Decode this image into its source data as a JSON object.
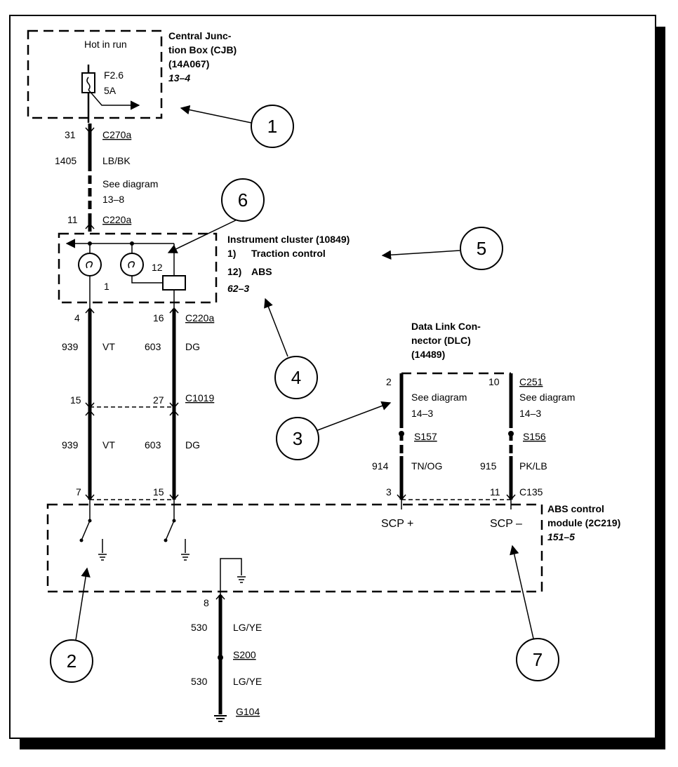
{
  "cjb": {
    "title": [
      "Central Junc-",
      "tion Box (CJB)",
      "(14A067)"
    ],
    "ref": "13–4",
    "hot_label": "Hot in run",
    "fuse": "F2.6",
    "fuse_rating": "5A"
  },
  "cjb_wire": {
    "pin_top": "31",
    "conn_top": "C270a",
    "circuit": "1405",
    "color": "LB/BK",
    "see": [
      "See diagram",
      "13–8"
    ],
    "pin_bottom": "11",
    "conn_bottom": "C220a"
  },
  "cluster": {
    "title": "Instrument cluster (10849)",
    "items": [
      {
        "num": "1)",
        "label": "Traction control"
      },
      {
        "num": "12)",
        "label": "ABS"
      }
    ],
    "ref": "62–3",
    "lamp1": "1",
    "lamp12": "12"
  },
  "left_wires": {
    "a_pin_top": "4",
    "b_pin_top": "16",
    "conn_top": "C220a",
    "a_circuit": "939",
    "a_color": "VT",
    "b_circuit": "603",
    "b_color": "DG",
    "a_pin_mid": "15",
    "b_pin_mid": "27",
    "conn_mid": "C1019",
    "a_circuit2": "939",
    "a_color2": "VT",
    "b_circuit2": "603",
    "b_color2": "DG",
    "a_pin_bottom": "7",
    "b_pin_bottom": "15"
  },
  "dlc": {
    "title": [
      "Data Link Con-",
      "nector (DLC)",
      "(14489)"
    ],
    "a_pin": "2",
    "b_pin": "10",
    "conn": "C251",
    "see_a": [
      "See diagram",
      "14–3"
    ],
    "see_b": [
      "See diagram",
      "14–3"
    ],
    "splice_a": "S157",
    "splice_b": "S156",
    "a_circuit": "914",
    "a_color": "TN/OG",
    "b_circuit": "915",
    "b_color": "PK/LB",
    "a_pin_bottom": "3",
    "b_pin_bottom": "11",
    "conn_bottom": "C135"
  },
  "abs": {
    "title": [
      "ABS control",
      "module (2C219)"
    ],
    "ref": "151–5",
    "scp_plus": "SCP +",
    "scp_minus": "SCP –"
  },
  "ground_wire": {
    "pin": "8",
    "circuit1": "530",
    "color1": "LG/YE",
    "splice": "S200",
    "circuit2": "530",
    "color2": "LG/YE",
    "ground": "G104"
  },
  "callouts": [
    "1",
    "2",
    "3",
    "4",
    "5",
    "6",
    "7"
  ]
}
